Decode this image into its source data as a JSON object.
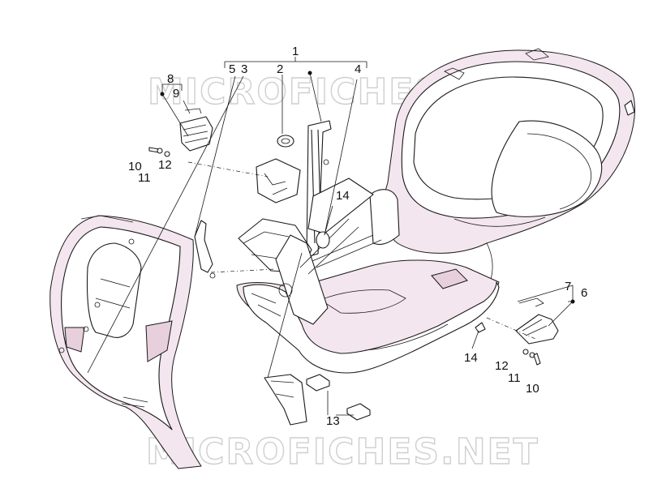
{
  "watermark": "MICROFICHES.NET",
  "callouts": [
    {
      "id": "c1",
      "text": "1"
    },
    {
      "id": "c2",
      "text": "2"
    },
    {
      "id": "c3",
      "text": "3"
    },
    {
      "id": "c4",
      "text": "4"
    },
    {
      "id": "c5",
      "text": "5"
    },
    {
      "id": "c6",
      "text": "6"
    },
    {
      "id": "c7",
      "text": "7"
    },
    {
      "id": "c8",
      "text": "8"
    },
    {
      "id": "c9",
      "text": "9"
    },
    {
      "id": "c10a",
      "text": "10"
    },
    {
      "id": "c10b",
      "text": "10"
    },
    {
      "id": "c11a",
      "text": "11"
    },
    {
      "id": "c11b",
      "text": "11"
    },
    {
      "id": "c12a",
      "text": "12"
    },
    {
      "id": "c12b",
      "text": "12"
    },
    {
      "id": "c13",
      "text": "13"
    },
    {
      "id": "c14a",
      "text": "14"
    },
    {
      "id": "c14b",
      "text": "14"
    }
  ]
}
